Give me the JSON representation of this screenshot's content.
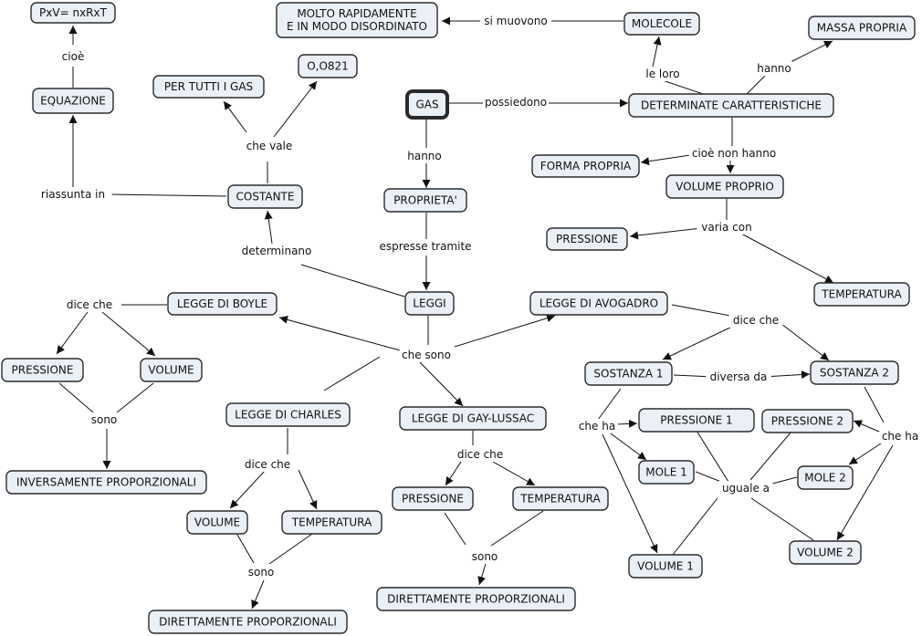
{
  "nodes": {
    "pxv": "PxV= nxRxT",
    "molto": [
      "MOLTO RAPIDAMENTE",
      "E IN MODO DISORDINATO"
    ],
    "molecole": "MOLECOLE",
    "massa": "MASSA PROPRIA",
    "oo821": "O,O821",
    "pertutti": "PER TUTTI I GAS",
    "equazione": "EQUAZIONE",
    "gas": "GAS",
    "determinate": "DETERMINATE CARATTERISTICHE",
    "forma": "FORMA PROPRIA",
    "volume_proprio": "VOLUME PROPRIO",
    "costante": "COSTANTE",
    "proprieta": "PROPRIETA'",
    "pressione_top": "PRESSIONE",
    "temperatura_top": "TEMPERATURA",
    "leggi": "LEGGI",
    "boyle": "LEGGE DI BOYLE",
    "avogadro": "LEGGE DI AVOGADRO",
    "pressione_b": "PRESSIONE",
    "volume_b": "VOLUME",
    "sost1": "SOSTANZA 1",
    "sost2": "SOSTANZA 2",
    "charles": "LEGGE DI CHARLES",
    "gay": "LEGGE DI GAY-LUSSAC",
    "press1": "PRESSIONE 1",
    "press2": "PRESSIONE 2",
    "mole1": "MOLE 1",
    "mole2": "MOLE 2",
    "inversamente": "INVERSAMENTE PROPORZIONALI",
    "volume_c": "VOLUME",
    "temp_c": "TEMPERATURA",
    "pressione_g": "PRESSIONE",
    "temp_g": "TEMPERATURA",
    "dir_g": "DIRETTAMENTE PROPORZIONALI",
    "vol1": "VOLUME 1",
    "vol2": "VOLUME 2",
    "dir_c": "DIRETTAMENTE PROPORZIONALI"
  },
  "links": {
    "cioe": "cioè",
    "si_muovono": "si muovono",
    "le_loro": "le loro",
    "hanno_massa": "hanno",
    "possiedono": "possiedono",
    "che_vale": "che vale",
    "hanno_prop": "hanno",
    "cioe_non_hanno": "cioè non hanno",
    "riassunta_in": "riassunta in",
    "varia_con": "varia con",
    "espresse_tramite": "espresse tramite",
    "determinano": "determinano",
    "dice_che_boyle": "dice che",
    "dice_che_avog": "dice che",
    "che_sono": "che sono",
    "diversa_da": "diversa da",
    "sono_boyle": "sono",
    "che_ha_1": "che ha",
    "che_ha_2": "che ha",
    "dice_che_charles": "dice che",
    "dice_che_gay": "dice che",
    "uguale_a": "uguale a",
    "sono_gay": "sono",
    "sono_charles": "sono"
  }
}
